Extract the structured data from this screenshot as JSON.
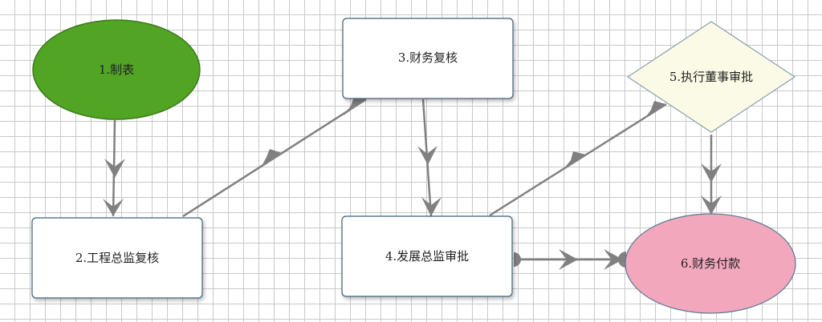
{
  "nodes": {
    "n1": {
      "label": "1.制表",
      "shape": "ellipse",
      "fill": "#52a425",
      "stroke": "#3b7a1b"
    },
    "n2": {
      "label": "2.工程总监复核",
      "shape": "rect",
      "fill": "#ffffff",
      "stroke": "#3f5f7a"
    },
    "n3": {
      "label": "3.财务复核",
      "shape": "rect",
      "fill": "#ffffff",
      "stroke": "#3f5f7a"
    },
    "n4": {
      "label": "4.发展总监审批",
      "shape": "rect",
      "fill": "#ffffff",
      "stroke": "#3f5f7a"
    },
    "n5": {
      "label": "5.执行董事审批",
      "shape": "diamond",
      "fill": "#fbfae6",
      "stroke": "#8aa0ad"
    },
    "n6": {
      "label": "6.财务付款",
      "shape": "ellipse",
      "fill": "#f2a7bd",
      "stroke": "#5a7a94"
    }
  },
  "edges": [
    {
      "from": "1.制表",
      "to": "2.工程总监复核"
    },
    {
      "from": "2.工程总监复核",
      "to": "3.财务复核"
    },
    {
      "from": "3.财务复核",
      "to": "4.发展总监审批"
    },
    {
      "from": "4.发展总监审批",
      "to": "5.执行董事审批"
    },
    {
      "from": "5.执行董事审批",
      "to": "6.财务付款"
    },
    {
      "from": "4.发展总监审批",
      "to": "6.财务付款"
    }
  ],
  "edge_color": "#808080"
}
